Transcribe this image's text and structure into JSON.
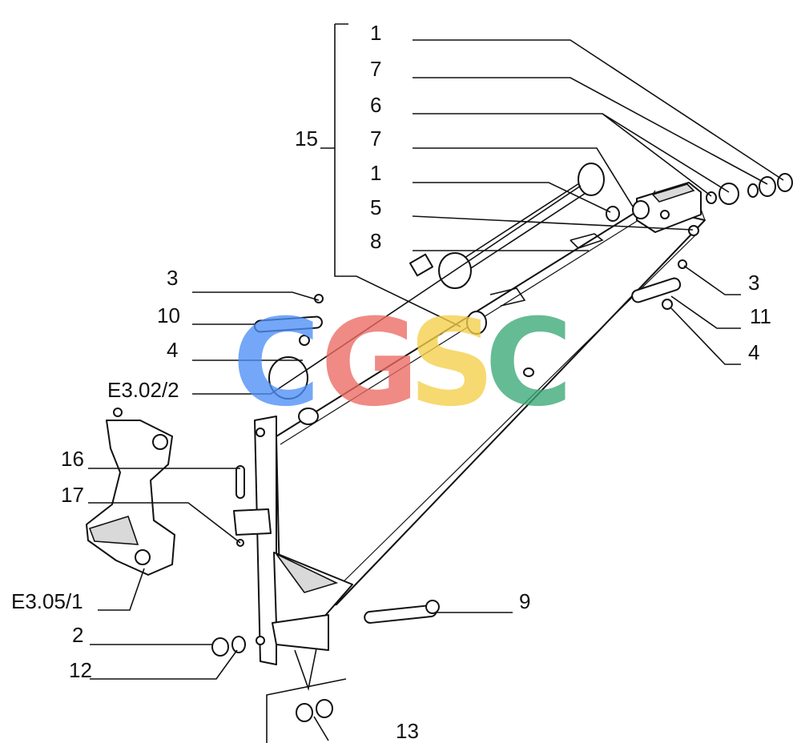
{
  "callouts": {
    "c1a": "1",
    "c7a": "7",
    "c6": "6",
    "c7b": "7",
    "c1b": "1",
    "c5": "5",
    "c8": "8",
    "c15": "15",
    "c3l": "3",
    "c10": "10",
    "c4l": "4",
    "ce302": "E3.02/2",
    "c3r": "3",
    "c11": "11",
    "c4r": "4",
    "c16": "16",
    "c17": "17",
    "ce305": "E3.05/1",
    "c9": "9",
    "c2": "2",
    "c12": "12",
    "c13": "13"
  },
  "watermark": {
    "letters": [
      "C",
      "G",
      "S",
      "C"
    ],
    "colors": [
      "#4f8ff7",
      "#ec6a62",
      "#f6cf4a",
      "#3aa877"
    ]
  }
}
